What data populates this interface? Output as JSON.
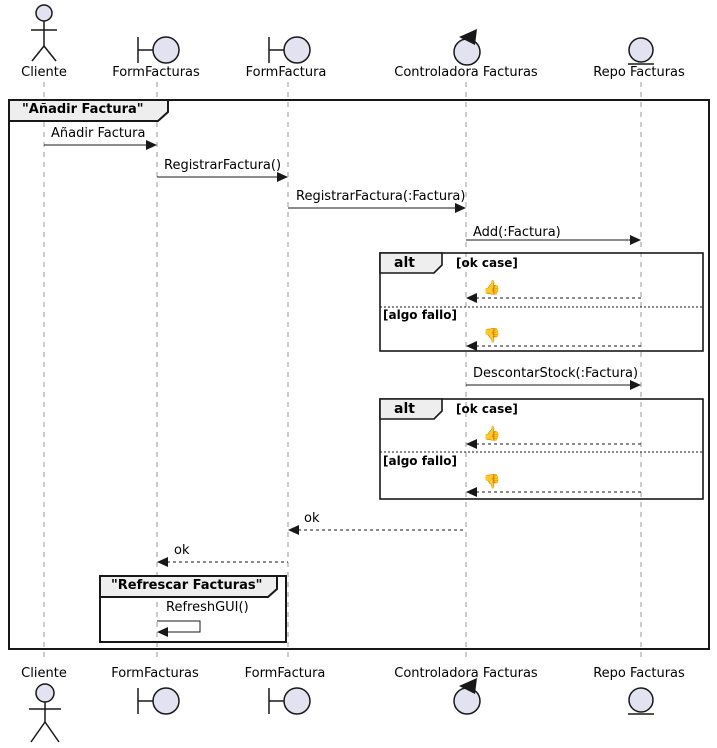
{
  "colors": {
    "participant_fill": "#E2E2F0",
    "frame_header_fill": "#EEEEEE",
    "border": "#181818",
    "lifeline": "#999999"
  },
  "participants": [
    {
      "label": "Cliente",
      "type": "actor"
    },
    {
      "label": "FormFacturas",
      "type": "boundary"
    },
    {
      "label": "FormFactura",
      "type": "boundary"
    },
    {
      "label": "Controladora Facturas",
      "type": "control"
    },
    {
      "label": "Repo Facturas",
      "type": "entity"
    }
  ],
  "main_frame": {
    "title": "\"Añadir Factura\""
  },
  "messages": {
    "anadir_factura": "Añadir Factura",
    "registrar_factura": "RegistrarFactura()",
    "registrar_factura_param": "RegistrarFactura(:Factura)",
    "add_factura": "Add(:Factura)",
    "descontar_stock": "DescontarStock(:Factura)",
    "ok_to_formfactura": "ok",
    "ok_to_formfacturas": "ok",
    "refresh_gui": "RefreshGUI()"
  },
  "alt_blocks": [
    {
      "operator": "alt",
      "ok_guard": "[ok case]",
      "ok_reply": "👍",
      "fail_guard": "[algo fallo]",
      "fail_reply": "👎"
    },
    {
      "operator": "alt",
      "ok_guard": "[ok case]",
      "ok_reply": "👍",
      "fail_guard": "[algo fallo]",
      "fail_reply": "👎"
    }
  ],
  "refresh_frame": {
    "title": "\"Refrescar Facturas\""
  }
}
